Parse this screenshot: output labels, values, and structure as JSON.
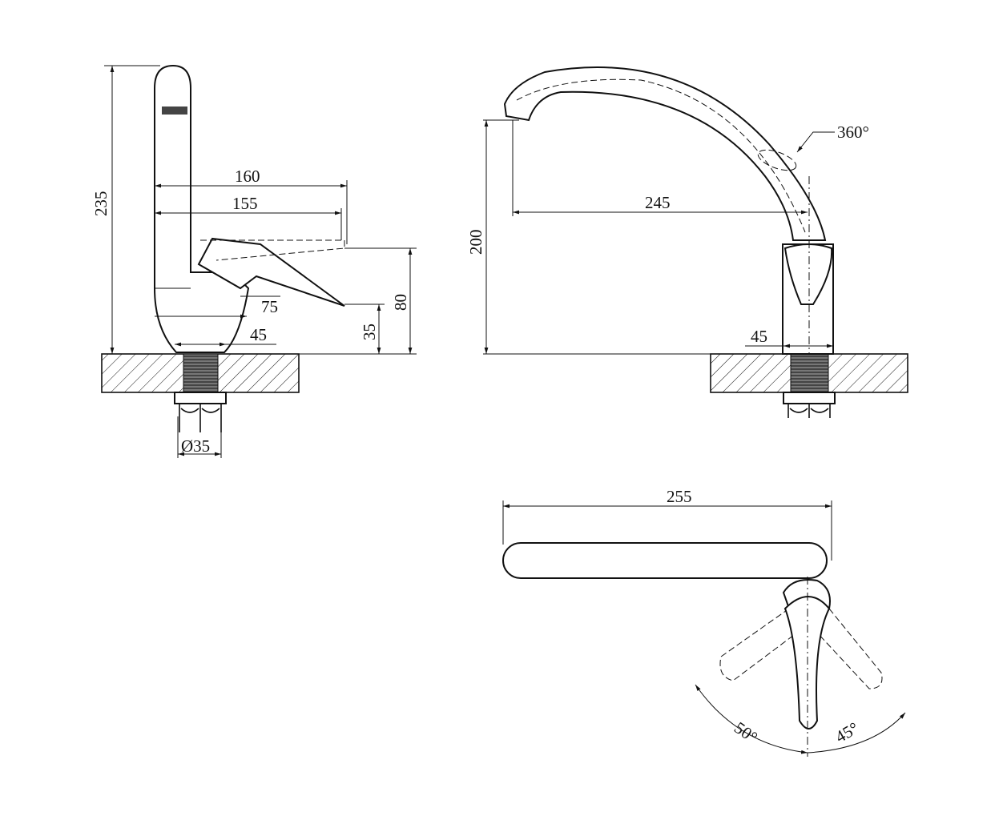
{
  "side_view": {
    "height_total": "235",
    "reach_outer": "160",
    "reach_inner": "155",
    "handle_length": "75",
    "base_width": "45",
    "handle_height_low": "35",
    "handle_height_high": "80",
    "hole_diameter": "Ø35"
  },
  "front_view": {
    "spout_height": "200",
    "spout_reach": "245",
    "rotation": "360°",
    "base_width": "45"
  },
  "top_view": {
    "total_length": "255",
    "angle_left": "50°",
    "angle_right": "45°"
  },
  "colors": {
    "line": "#111111",
    "background": "#ffffff"
  }
}
